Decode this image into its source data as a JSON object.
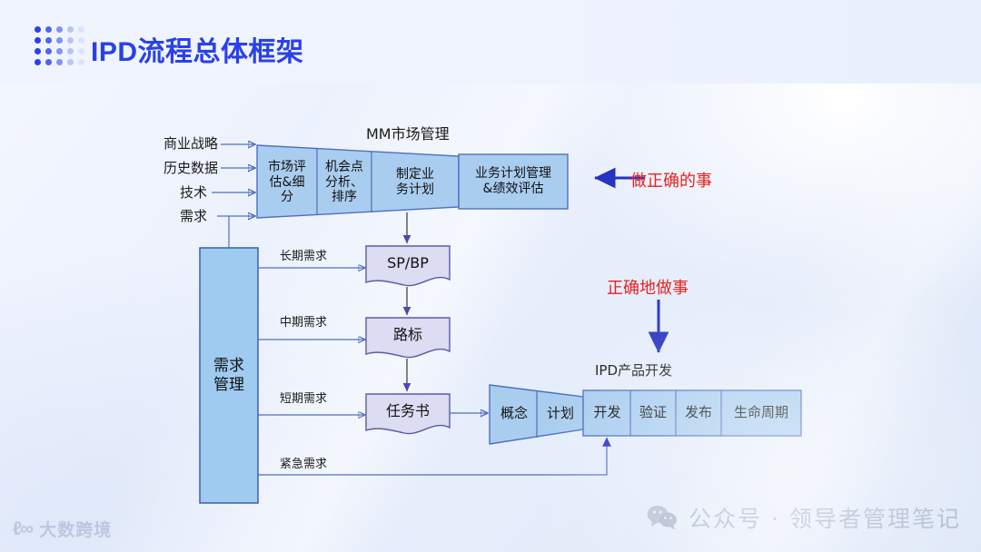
{
  "header": {
    "title": "IPD流程总体框架",
    "logo_icon": "dot-grid-icon",
    "title_color": "#2a41e8"
  },
  "diagram": {
    "mm_section": {
      "caption": "MM市场管理",
      "inputs": [
        {
          "label": "商业战略"
        },
        {
          "label": "历史数据"
        },
        {
          "label": "技术"
        },
        {
          "label": "需求"
        }
      ],
      "funnel_stages": [
        {
          "label": "市场评\n估&细\n分"
        },
        {
          "label": "机会点\n分析、\n排序"
        },
        {
          "label": "制定业\n务计划"
        }
      ],
      "trailing_box": {
        "label": "业务计划管理\n&绩效评估"
      },
      "fill_color": "#a9cdef",
      "stroke_color": "#4f6fbf"
    },
    "demand_box": {
      "label": "需求\n管理",
      "fill_color": "#9fcbf0",
      "stroke_color": "#3c5fa8"
    },
    "flow_labels": [
      {
        "label": "长期需求"
      },
      {
        "label": "中期需求"
      },
      {
        "label": "短期需求"
      },
      {
        "label": "紧急需求"
      }
    ],
    "documents": [
      {
        "label": "SP/BP"
      },
      {
        "label": "路标"
      },
      {
        "label": "任务书"
      }
    ],
    "document_fill": "#dcdcf2",
    "document_stroke": "#5b5ba8",
    "ipd_section": {
      "caption": "IPD产品开发",
      "stages": [
        {
          "label": "概念"
        },
        {
          "label": "计划"
        },
        {
          "label": "开发"
        },
        {
          "label": "验证"
        },
        {
          "label": "发布"
        },
        {
          "label": "生命周期"
        }
      ],
      "fill_color": "#a9cdef",
      "stroke_color": "#4f6fbf"
    },
    "annotations": [
      {
        "text": "做正确的事",
        "color": "#e8221f",
        "arrow": "arrow-left-icon"
      },
      {
        "text": "正确地做事",
        "color": "#e8221f",
        "arrow": "arrow-down-icon"
      }
    ],
    "connector_color": "#4f6fbf",
    "annotation_arrow_color": "#2433c0"
  },
  "footer": {
    "brand_mark": "ℓ∞",
    "brand_text": "大数跨境",
    "wechat_icon": "wechat-icon",
    "wechat_text": "公众号 · 领导者管理笔记"
  }
}
